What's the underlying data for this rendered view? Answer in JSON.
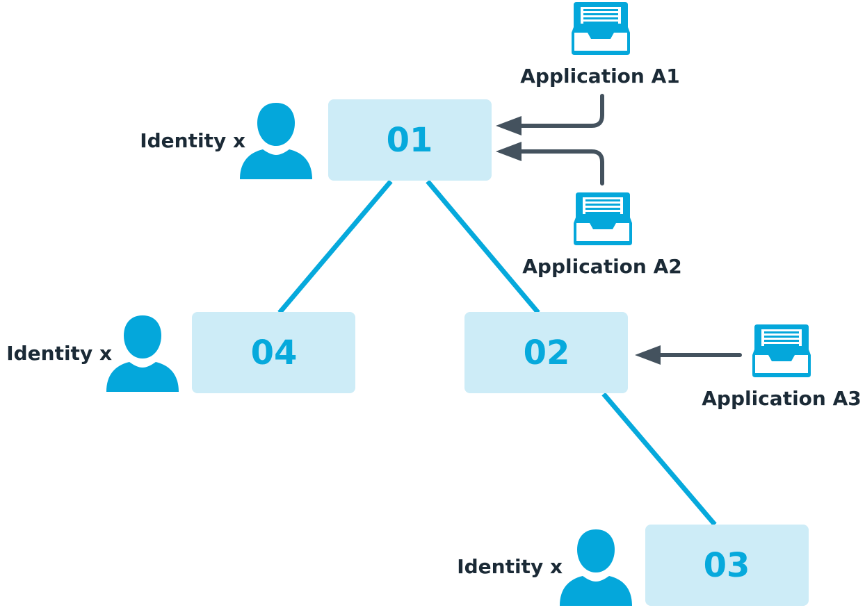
{
  "colors": {
    "node_fill": "#cdecf7",
    "node_text": "#06a9dc",
    "link": "#06a9dc",
    "arrow": "#44525e",
    "icon": "#04a7db",
    "caption": "#1b2a36"
  },
  "nodes": {
    "n01": {
      "label": "01"
    },
    "n02": {
      "label": "02"
    },
    "n03": {
      "label": "03"
    },
    "n04": {
      "label": "04"
    }
  },
  "identities": {
    "i01": {
      "label": "Identity x",
      "icon": "person-icon"
    },
    "i04": {
      "label": "Identity x",
      "icon": "person-icon"
    },
    "i03": {
      "label": "Identity x",
      "icon": "person-icon"
    }
  },
  "applications": {
    "a1": {
      "label": "Application A1",
      "icon": "inbox-tray-icon"
    },
    "a2": {
      "label": "Application A2",
      "icon": "inbox-tray-icon"
    },
    "a3": {
      "label": "Application A3",
      "icon": "inbox-tray-icon"
    }
  }
}
